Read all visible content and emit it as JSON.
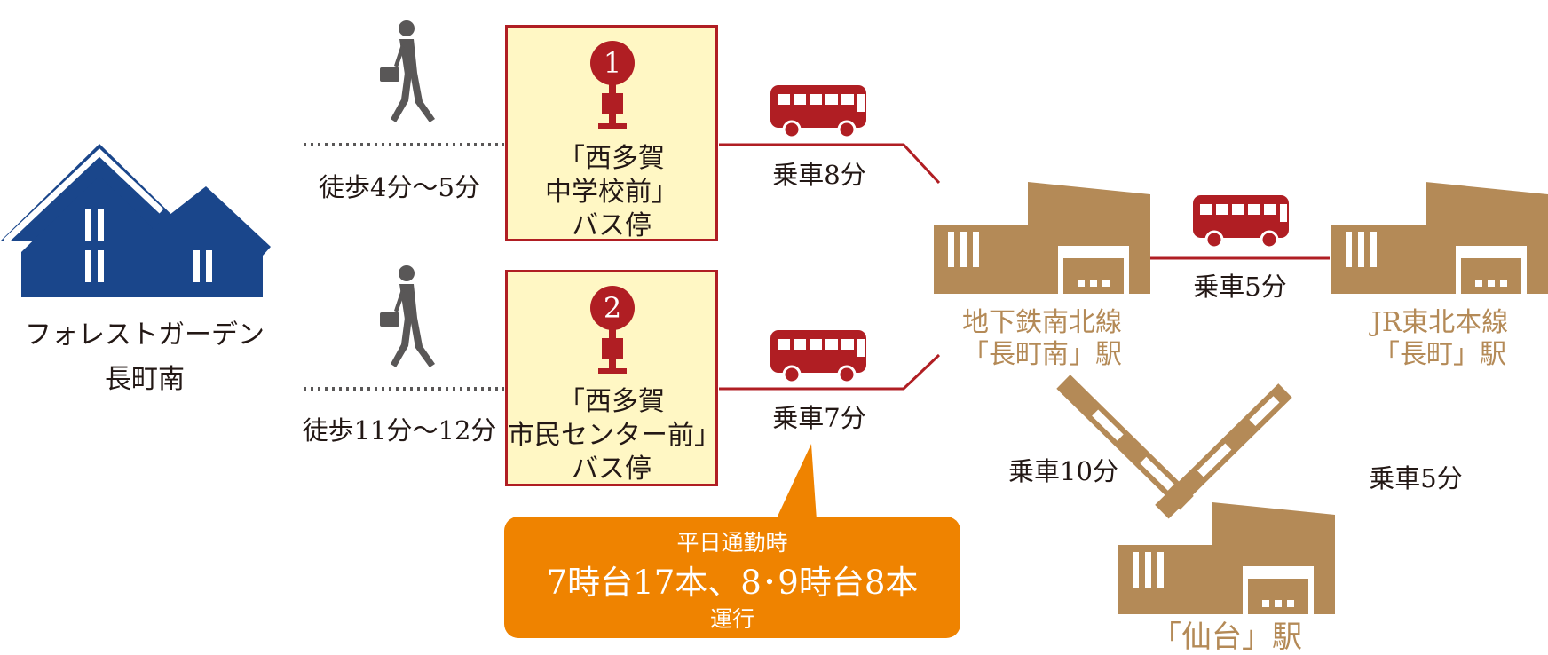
{
  "colors": {
    "house": "#1a468b",
    "bus_red": "#b01e23",
    "station_brown": "#b48a57",
    "stop_fill": "#fff7c4",
    "callout_orange": "#ef8300",
    "walker_gray": "#595757"
  },
  "home": {
    "line1": "フォレストガーデン",
    "line2": "長町南"
  },
  "routes": [
    {
      "walk_label": "徒歩4分〜5分",
      "stop_number": "1",
      "stop_name_lines": [
        "「西多賀",
        "中学校前」",
        "バス停"
      ],
      "ride_label": "乗車8分"
    },
    {
      "walk_label": "徒歩11分〜12分",
      "stop_number": "2",
      "stop_name_lines": [
        "「西多賀",
        "市民センター前」",
        "バス停"
      ],
      "ride_label": "乗車7分"
    }
  ],
  "stations": {
    "nagamachi_minami": {
      "line1": "地下鉄南北線",
      "line2": "「長町南」駅"
    },
    "nagamachi": {
      "line1": "JR東北本線",
      "line2": "「長町」駅"
    },
    "sendai": {
      "line1": "「仙台」駅"
    }
  },
  "links": {
    "minami_to_nagamachi": "乗車5分",
    "minami_to_sendai": "乗車10分",
    "nagamachi_to_sendai": "乗車5分"
  },
  "callout": {
    "title": "平日通勤時",
    "main": "7時台17本、8･9時台8本",
    "footer": "運行"
  }
}
